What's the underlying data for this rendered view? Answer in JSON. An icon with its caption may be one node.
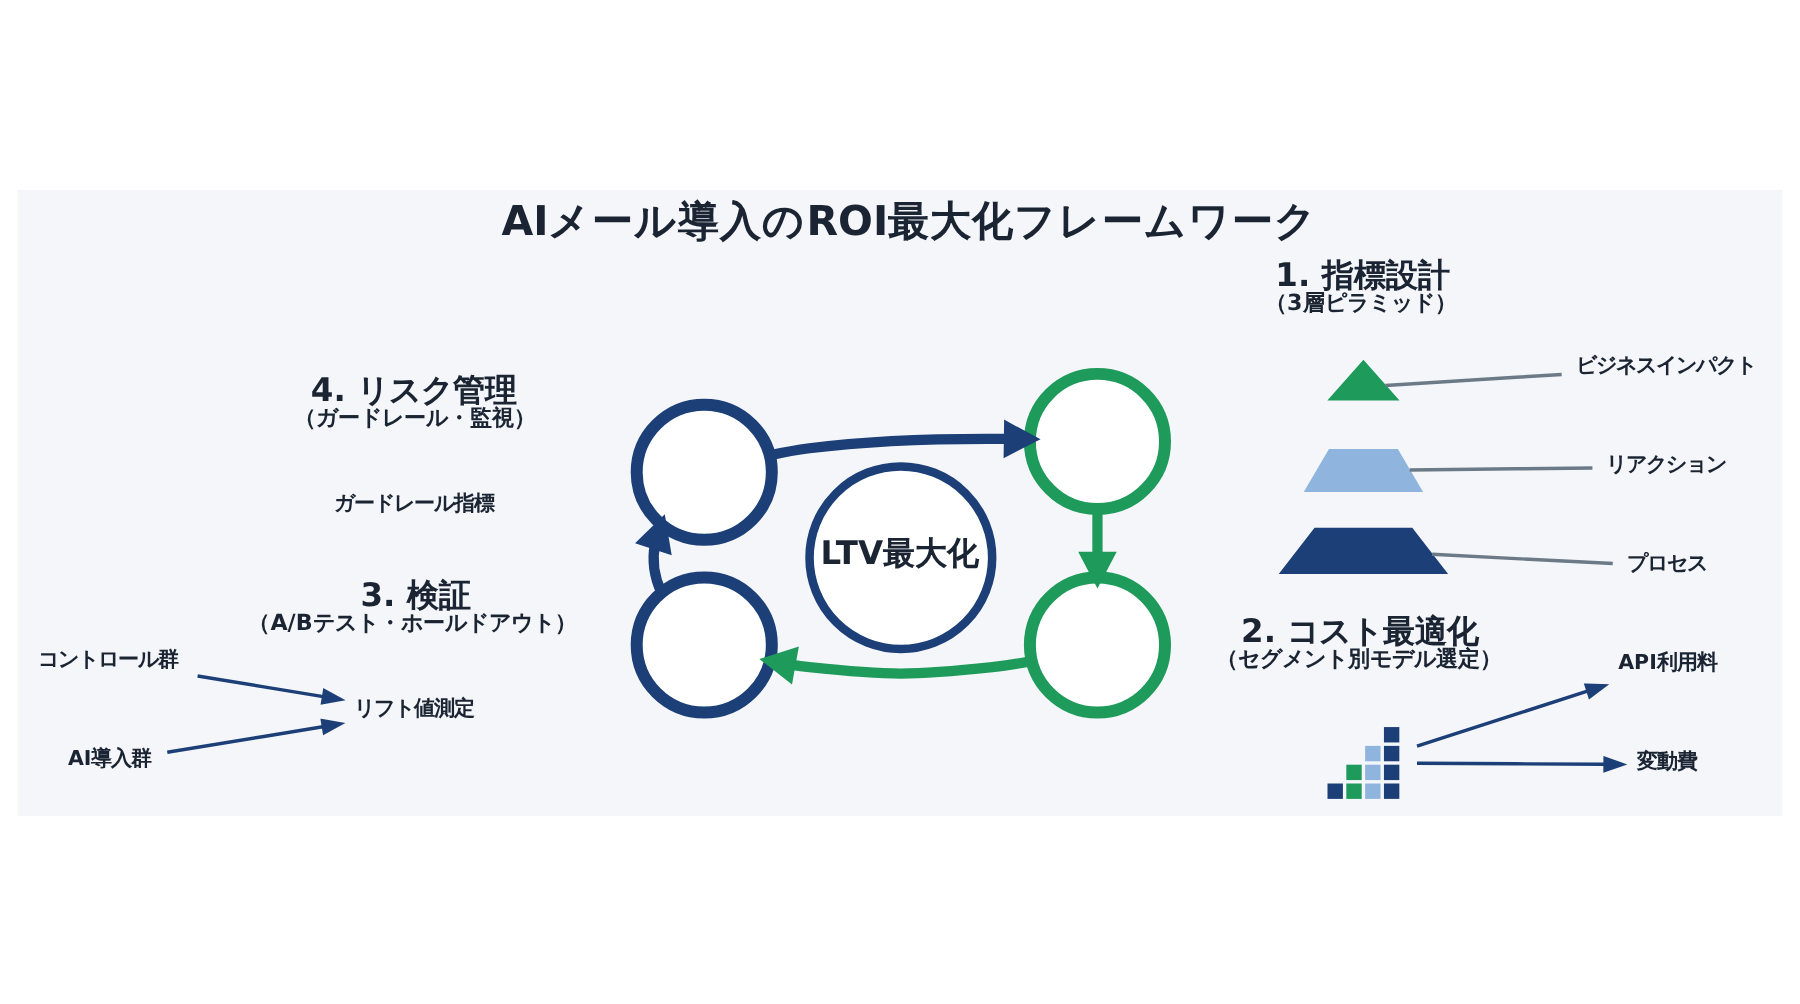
{
  "diagram": {
    "title": "AIメール導入のROI最大化フレームワーク",
    "nodes": [
      {
        "text": [],
        "shape": "circle",
        "beside": [
          "4. リスク管理",
          "（ガードレール・監視）"
        ]
      },
      {
        "text": [],
        "shape": "circle",
        "beside": [
          "1. 指標設計",
          "（3層ピラミッド）"
        ]
      },
      {
        "text": [
          "LTV最大化"
        ]
      },
      {
        "text": [],
        "shape": "circle",
        "beside": [
          "3. 検証",
          "（A/Bテスト・ホールドアウト）"
        ]
      },
      {
        "text": [],
        "shape": "circle",
        "beside": [
          "2. コスト最適化",
          "（セグメント別モデル選定）"
        ]
      },
      {
        "text": [],
        "shape": "triangle"
      },
      {
        "text": [],
        "shape": "trapezoid"
      },
      {
        "text": [],
        "shape": "trapezoid"
      },
      {
        "text": [
          "ビジネスインパクト"
        ]
      },
      {
        "text": [
          "リアクション"
        ]
      },
      {
        "text": [
          "プロセス"
        ]
      },
      {
        "text": [
          "コントロール群"
        ]
      },
      {
        "text": [
          "AI導入群"
        ]
      },
      {
        "text": [
          "リフト値測定"
        ]
      },
      {
        "text": [],
        "shape": "picture"
      },
      {
        "text": [
          "API利用料"
        ]
      },
      {
        "text": [
          "変動費"
        ]
      }
    ],
    "edges": [
      {
        "from": 0,
        "to": 1,
        "arrow": "to",
        "style": "thick"
      },
      {
        "from": 1,
        "to": 4,
        "arrow": "to",
        "style": "thick",
        "color": "#1e9a5a"
      },
      {
        "from": 4,
        "to": 3,
        "arrow": "to",
        "style": "thick",
        "color": "#1e9a5a"
      },
      {
        "from": 3,
        "to": 0,
        "arrow": "to",
        "style": "thick"
      },
      {
        "from": 8,
        "to": 5,
        "arrow": "none",
        "color": "#6b7a86"
      },
      {
        "from": 9,
        "to": 6,
        "arrow": "none",
        "color": "#6b7a86"
      },
      {
        "from": 10,
        "to": 7,
        "arrow": "none",
        "color": "#6b7a86"
      },
      {
        "from": 11,
        "to": 13,
        "arrow": "to"
      },
      {
        "from": 12,
        "to": 13,
        "arrow": "to"
      },
      {
        "from": 14,
        "to": 15,
        "arrow": "to"
      },
      {
        "from": 14,
        "to": 16,
        "arrow": "to"
      }
    ],
    "labels": [
      "ガードレール指標"
    ]
  }
}
